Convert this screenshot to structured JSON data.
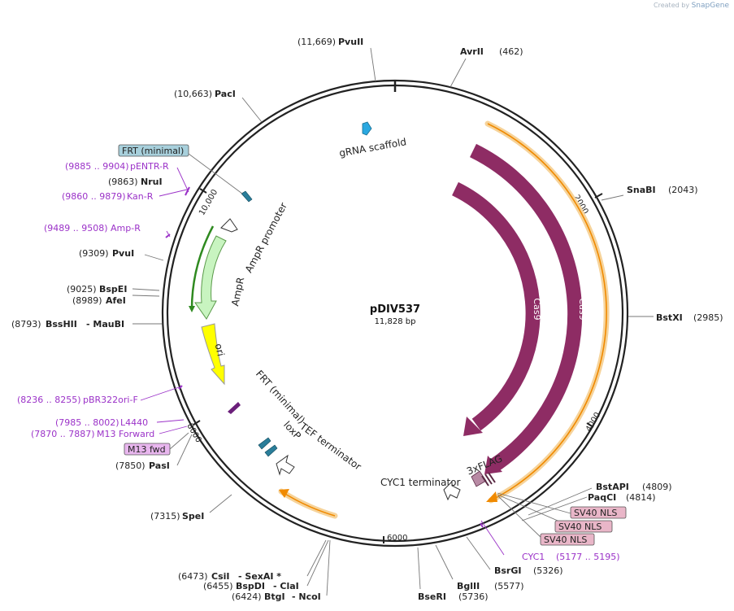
{
  "credit": {
    "prefix": "Created by",
    "brand": "SnapGene"
  },
  "plasmid": {
    "name": "pDIV537",
    "length": "11,828 bp"
  },
  "ticks": [
    "2000",
    "4000",
    "6000",
    "8000",
    "10,000"
  ],
  "features": {
    "grna_scaffold": "gRNA scaffold",
    "cas9": "Cas9",
    "ampr_promoter": "AmpR promoter",
    "ampr": "AmpR",
    "ori": "ori",
    "frt": "FRT (minimal)",
    "loxp": "loxP",
    "tef_terminator": "TEF terminator",
    "cyc1_terminator": "CYC1 terminator",
    "flag": "3xFLAG"
  },
  "boxes": {
    "frt_minimal": "FRT (minimal)",
    "m13_fwd": "M13 fwd",
    "sv40_nls": "SV40 NLS"
  },
  "sites": {
    "pvuii_top_pos": "(11,669)",
    "pvuii_top": "PvuII",
    "avrii": "AvrII",
    "avrii_pos": "(462)",
    "paci_pos": "(10,663)",
    "paci": "PacI",
    "snabi": "SnaBI",
    "snabi_pos": "(2043)",
    "nrui_pos": "(9863)",
    "nrui": "NruI",
    "pvui_pos": "(9309)",
    "pvui": "PvuI",
    "bspei_pos": "(9025)",
    "bspei": "BspEI",
    "afei_pos": "(8989)",
    "afei": "AfeI",
    "bsshii_pos": "(8793)",
    "bsshii": "BssHII",
    "maubi": "- MauBI",
    "bstxi": "BstXI",
    "bstxi_pos": "(2985)",
    "pasi_pos": "(7850)",
    "pasi": "PasI",
    "spei_pos": "(7315)",
    "spei": "SpeI",
    "bstapi": "BstAPI",
    "bstapi_pos": "(4809)",
    "paqci": "PaqCI",
    "paqci_pos": "(4814)",
    "csii_pos": "(6473)",
    "csii": "CsiI",
    "sexai": "- SexAI *",
    "bspdi_pos": "(6455)",
    "bspdi": "BspDI",
    "clai": "- ClaI",
    "btgi_pos": "(6424)",
    "btgi": "BtgI",
    "ncoi": "- NcoI",
    "bseri": "BseRI",
    "bseri_pos": "(5736)",
    "bglii": "BglII",
    "bglii_pos": "(5577)",
    "bsrgi": "BsrGI",
    "bsrgi_pos": "(5326)"
  },
  "primers": {
    "pentr_range": "(9885 .. 9904)",
    "pentr": "pENTR-R",
    "kanr_range": "(9860 .. 9879)",
    "kanr": "Kan-R",
    "ampr_range": "(9489 .. 9508)",
    "ampr": "Amp-R",
    "pbr322_range": "(8236 .. 8255)",
    "pbr322": "pBR322ori-F",
    "l4440_range": "(7985 .. 8002)",
    "l4440": "L4440",
    "m13_range": "(7870 .. 7887)",
    "m13": "M13 Forward",
    "cyc1": "CYC1",
    "cyc1_range": "(5177 .. 5195)"
  },
  "colors": {
    "backbone": "#222222",
    "cas9": "#8e2c64",
    "orange": "#f08a00",
    "orange_halo": "#f6d39a",
    "primer": "#9b32c8",
    "ori": "#ffff00",
    "ampr": "#c8f4c0",
    "ampr_stroke": "#5a9a4a",
    "grna": "#2aa8e0",
    "sv40_box": "#e9b6c8",
    "frt_box": "#a8d0dc",
    "m13_box": "#e8b6ee"
  }
}
